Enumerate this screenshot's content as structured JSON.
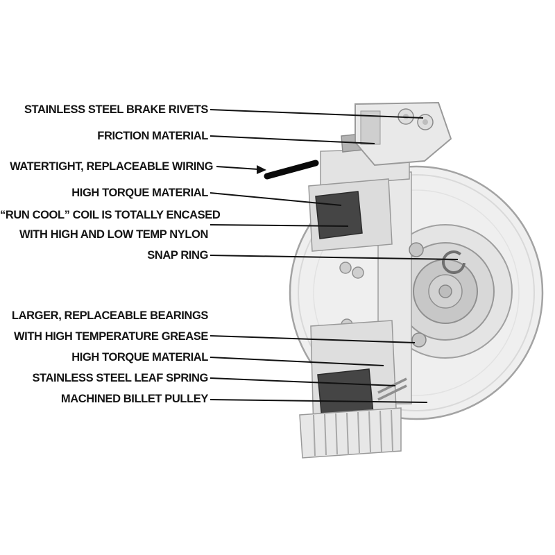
{
  "diagram": {
    "subject": "Electric clutch cutaway with annotated parts",
    "colors": {
      "label_text": "#141414",
      "leader_line": "#111111",
      "coil_dark": "#454545",
      "metal_light": "#efefef",
      "metal_mid": "#d8d8d8",
      "metal_dark": "#b3b3b3",
      "wire_black": "#0a0a0a",
      "background": "#ffffff"
    },
    "labels": [
      {
        "id": "brake-rivets",
        "text": "STAINLESS STEEL BRAKE RIVETS"
      },
      {
        "id": "friction-material",
        "text": "FRICTION MATERIAL"
      },
      {
        "id": "wiring",
        "text": "WATERTIGHT, REPLACEABLE WIRING"
      },
      {
        "id": "high-torque-top",
        "text": "HIGH TORQUE MATERIAL"
      },
      {
        "id": "coil-line1",
        "text": "“RUN COOL” COIL IS TOTALLY ENCASED"
      },
      {
        "id": "coil-line2",
        "text": "WITH HIGH AND LOW TEMP NYLON"
      },
      {
        "id": "snap-ring",
        "text": "SNAP RING"
      },
      {
        "id": "bearings-line1",
        "text": "LARGER, REPLACEABLE BEARINGS"
      },
      {
        "id": "bearings-line2",
        "text": "WITH HIGH TEMPERATURE GREASE"
      },
      {
        "id": "high-torque-bottom",
        "text": "HIGH TORQUE MATERIAL"
      },
      {
        "id": "leaf-spring",
        "text": "STAINLESS STEEL LEAF SPRING"
      },
      {
        "id": "billet-pulley",
        "text": "MACHINED BILLET PULLEY"
      }
    ]
  }
}
